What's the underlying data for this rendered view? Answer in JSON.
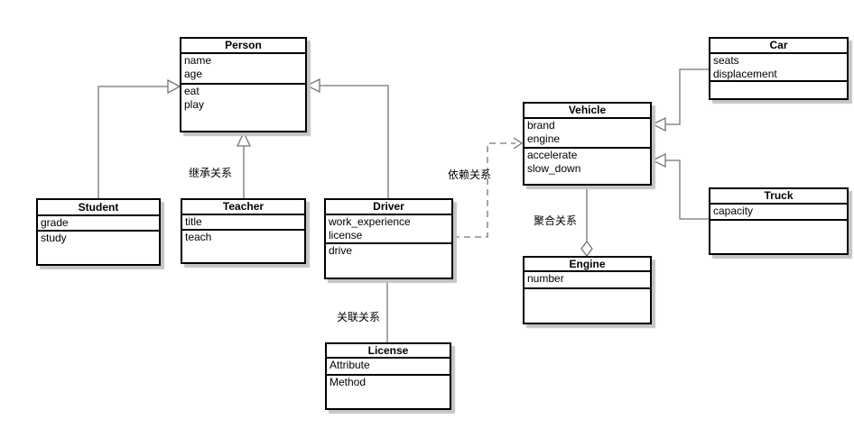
{
  "diagram": {
    "classes": {
      "person": {
        "name": "Person",
        "attributes": [
          "name",
          "age"
        ],
        "methods": [
          "eat",
          "play"
        ]
      },
      "student": {
        "name": "Student",
        "attributes": [
          "grade"
        ],
        "methods": [
          "study"
        ]
      },
      "teacher": {
        "name": "Teacher",
        "attributes": [
          "title"
        ],
        "methods": [
          "teach"
        ]
      },
      "driver": {
        "name": "Driver",
        "attributes": [
          "work_experience",
          "license"
        ],
        "methods": [
          "drive"
        ]
      },
      "license": {
        "name": "License",
        "attributes": [
          "Attribute"
        ],
        "methods": [
          "Method"
        ]
      },
      "vehicle": {
        "name": "Vehicle",
        "attributes": [
          "brand",
          "engine"
        ],
        "methods": [
          "accelerate",
          "slow_down"
        ]
      },
      "engine": {
        "name": "Engine",
        "attributes": [
          "number"
        ],
        "methods": []
      },
      "car": {
        "name": "Car",
        "attributes": [
          "seats",
          "displacement"
        ],
        "methods": []
      },
      "truck": {
        "name": "Truck",
        "attributes": [
          "capacity"
        ],
        "methods": []
      }
    },
    "relationship_labels": {
      "inheritance": "继承关系",
      "dependency": "依赖关系",
      "aggregation": "聚合关系",
      "association": "关联关系"
    },
    "colors": {
      "border": "#000000",
      "connector": "#757575",
      "background": "#ffffff"
    }
  }
}
